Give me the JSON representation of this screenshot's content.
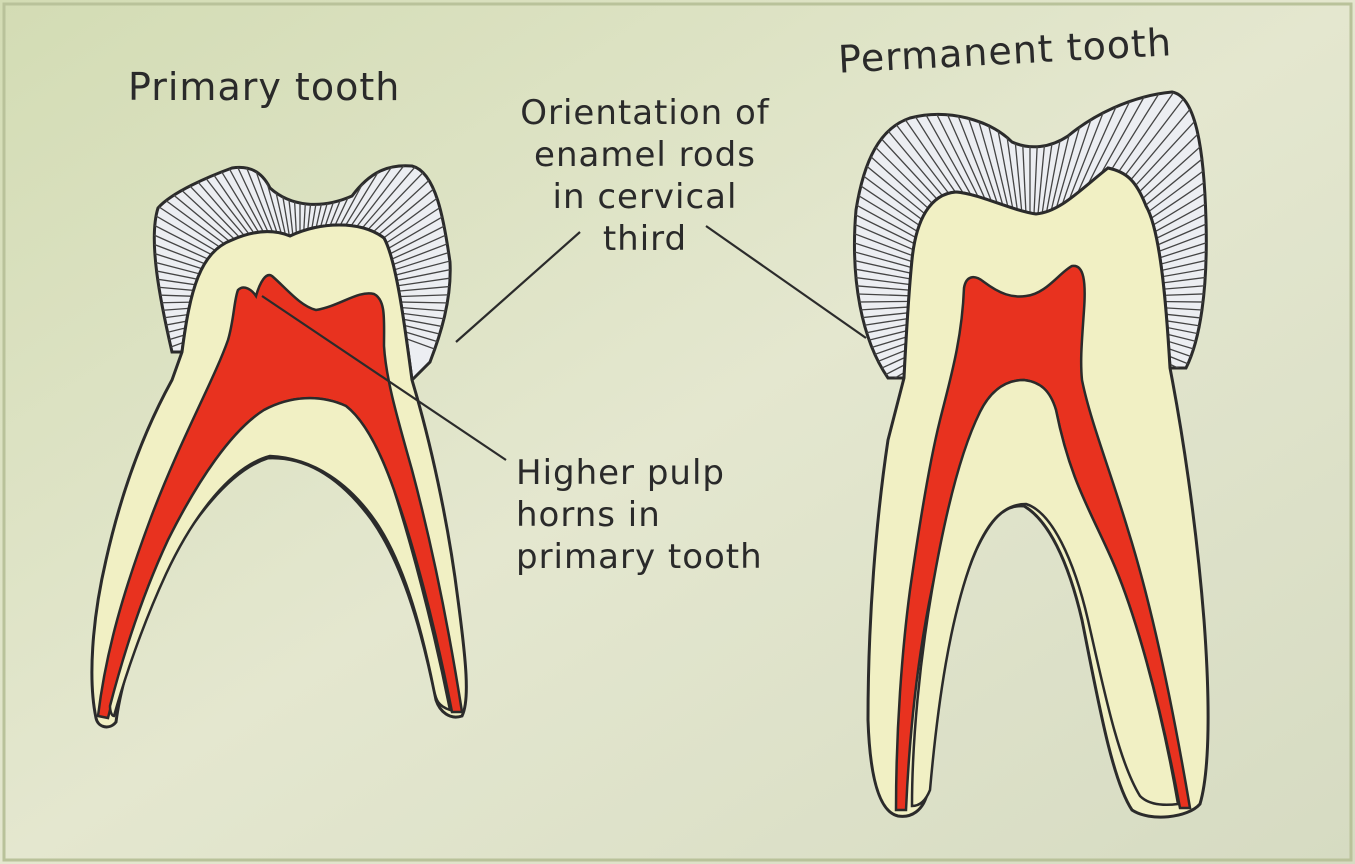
{
  "labels": {
    "primary_tooth": "Primary tooth",
    "permanent_tooth": "Permanent tooth",
    "enamel_rods": "Orientation of\nenamel rods\nin cervical\nthird",
    "pulp_horns": "Higher pulp\nhorns in\nprimary tooth"
  },
  "colors": {
    "background": "#dfe3c8",
    "dentin": "#f1f0c4",
    "pulp": "#e8321f",
    "enamel": "#eceef2",
    "outline": "#2b2b2b"
  }
}
